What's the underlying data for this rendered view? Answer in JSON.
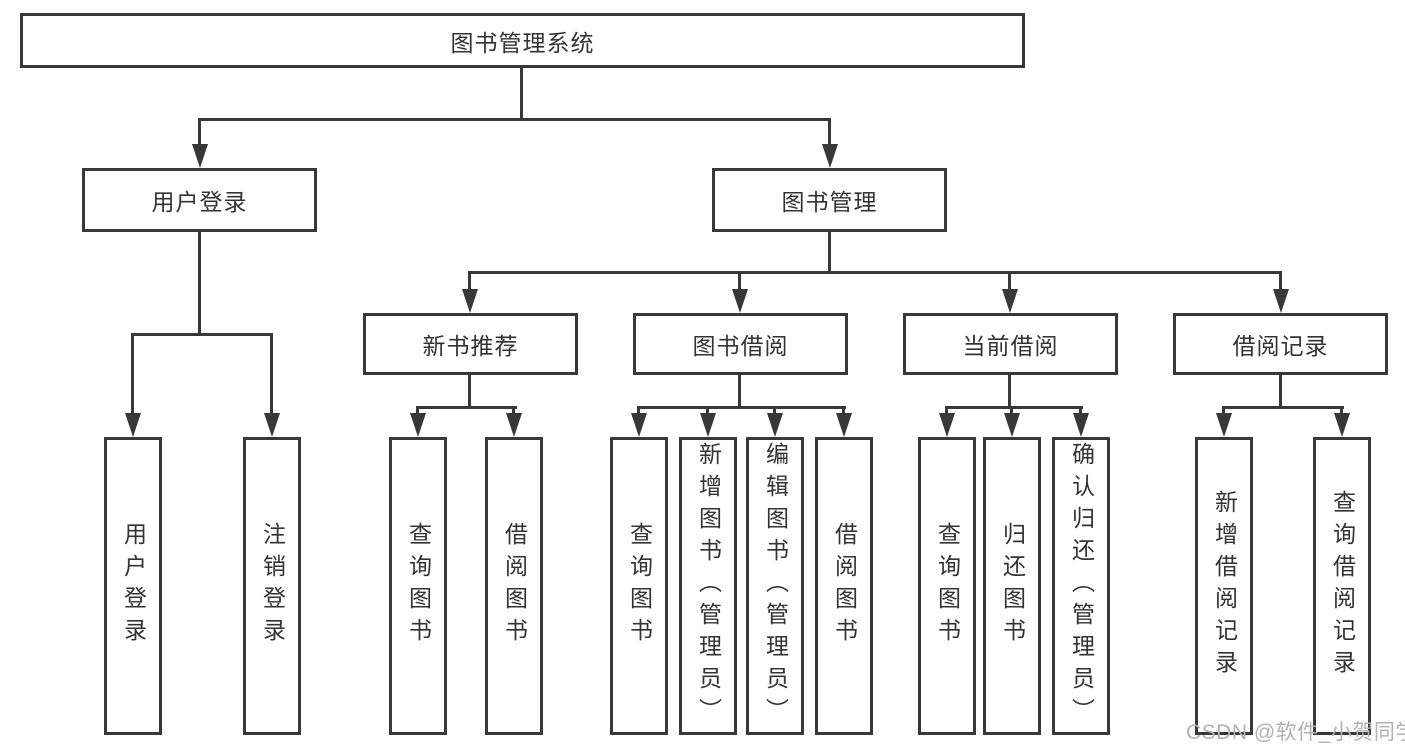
{
  "root": {
    "label": "图书管理系统"
  },
  "level2": [
    {
      "label": "用户登录"
    },
    {
      "label": "图书管理"
    }
  ],
  "level3": [
    {
      "label": "新书推荐",
      "parent": "图书管理"
    },
    {
      "label": "图书借阅",
      "parent": "图书管理"
    },
    {
      "label": "当前借阅",
      "parent": "图书管理"
    },
    {
      "label": "借阅记录",
      "parent": "图书管理"
    }
  ],
  "leaves": [
    {
      "label": "用户登录",
      "parent": "用户登录"
    },
    {
      "label": "注销登录",
      "parent": "用户登录"
    },
    {
      "label": "查询图书",
      "parent": "新书推荐"
    },
    {
      "label": "借阅图书",
      "parent": "新书推荐"
    },
    {
      "label": "查询图书",
      "parent": "图书借阅"
    },
    {
      "label": "新增图书（管理员）",
      "parent": "图书借阅"
    },
    {
      "label": "编辑图书（管理员）",
      "parent": "图书借阅"
    },
    {
      "label": "借阅图书",
      "parent": "图书借阅"
    },
    {
      "label": "查询图书",
      "parent": "当前借阅"
    },
    {
      "label": "归还图书",
      "parent": "当前借阅"
    },
    {
      "label": "确认归还（管理员）",
      "parent": "当前借阅"
    },
    {
      "label": "新增借阅记录",
      "parent": "借阅记录"
    },
    {
      "label": "查询借阅记录",
      "parent": "借阅记录"
    }
  ],
  "watermark": {
    "text": "CSDN @软件_小贺同学"
  },
  "colors": {
    "line": "#383838",
    "text": "#333333",
    "watermark": "#b2b2b2",
    "background": "#ffffff"
  }
}
